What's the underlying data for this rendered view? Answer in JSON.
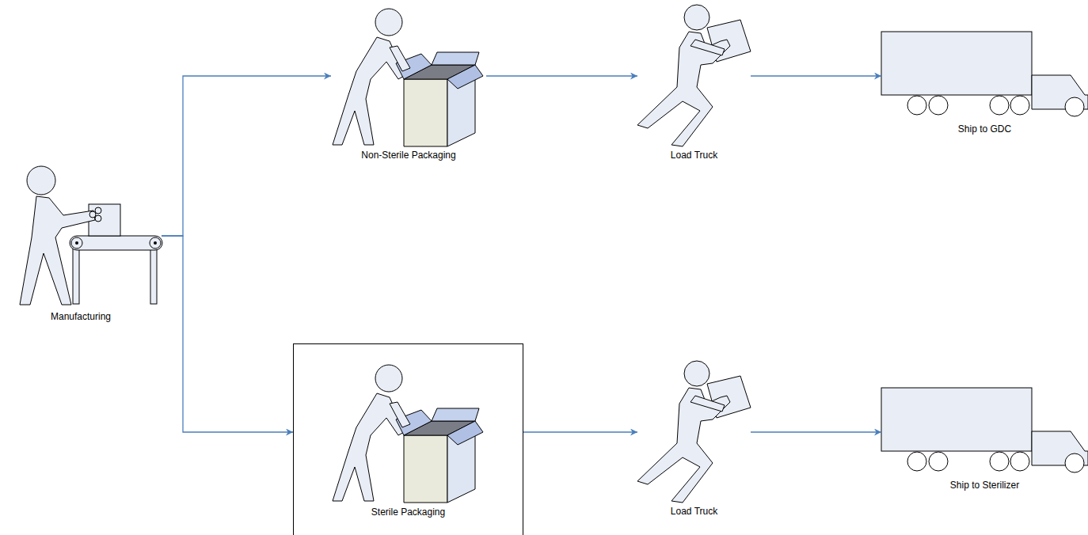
{
  "diagram": {
    "nodes": [
      {
        "text": [
          "Manufacturing"
        ]
      },
      {
        "text": [
          "Non-Sterile Packaging"
        ]
      },
      {
        "text": [
          "Load Truck"
        ]
      },
      {
        "text": [
          "Ship to GDC"
        ]
      },
      {
        "text": [
          "Sterile Packaging"
        ]
      },
      {
        "text": [
          "Load Truck"
        ]
      },
      {
        "text": [
          "Ship to Sterilizer"
        ]
      }
    ],
    "edges": [
      {
        "from": 0,
        "to": 1,
        "arrow": "to"
      },
      {
        "from": 1,
        "to": 2,
        "arrow": "to"
      },
      {
        "from": 2,
        "to": 3,
        "arrow": "to"
      },
      {
        "from": 0,
        "to": 4,
        "arrow": "to"
      },
      {
        "from": 4,
        "to": 5,
        "arrow": "to"
      },
      {
        "from": 5,
        "to": 6,
        "arrow": "to"
      }
    ]
  }
}
